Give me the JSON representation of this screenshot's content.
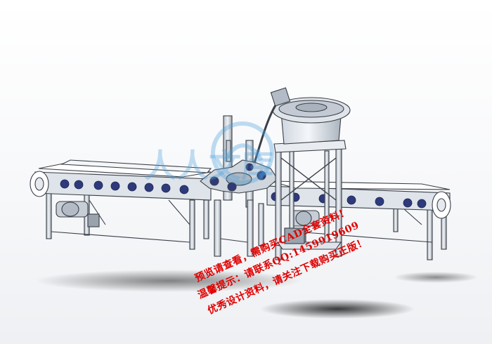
{
  "watermark": {
    "logo_text": "人人文库",
    "line1": "预览请查看，需购买CAD全套资料！",
    "line2": "温馨提示：请联系QQ:1459919609",
    "line3": "优秀设计资料，请关注下载购买正版！",
    "color": "#e00000"
  },
  "colors": {
    "frame": "#d8dde3",
    "frame_edge": "#3a3f47",
    "belt": "#ffffff",
    "roller": "#2f3a7a",
    "shadow": "#1a1a1a"
  }
}
